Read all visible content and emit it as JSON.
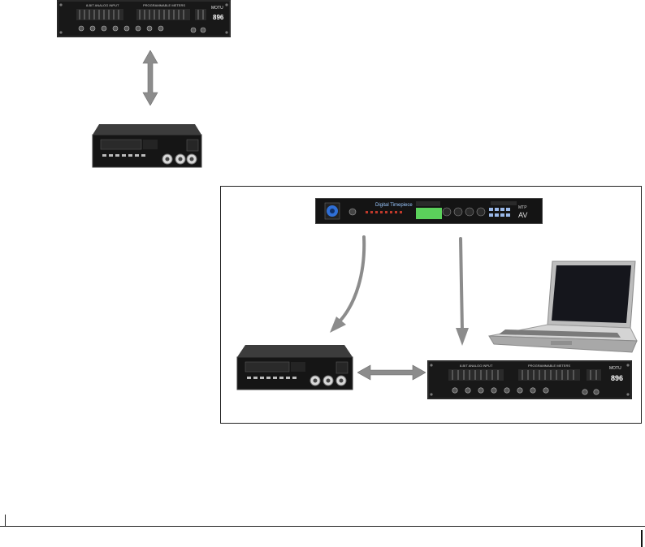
{
  "devices": {
    "interface_top": {
      "section_left": "8-BIT ANALOG INPUT",
      "section_mid": "PROGRAMMABLE METERS",
      "brand": "MOTU",
      "model": "896"
    },
    "interface_bottom": {
      "section_left": "8-BIT ANALOG INPUT",
      "section_mid": "PROGRAMMABLE METERS",
      "brand": "MOTU",
      "model": "896"
    },
    "video_synchronizer": {
      "name": "Digital Timepiece",
      "brand": "MTP",
      "model": "AV"
    }
  },
  "colors": {
    "rack_black": "#161616",
    "arrow_gray": "#8c8c8c",
    "lcd_green": "#5bd15b",
    "knob_blue": "#2f6fd6"
  }
}
